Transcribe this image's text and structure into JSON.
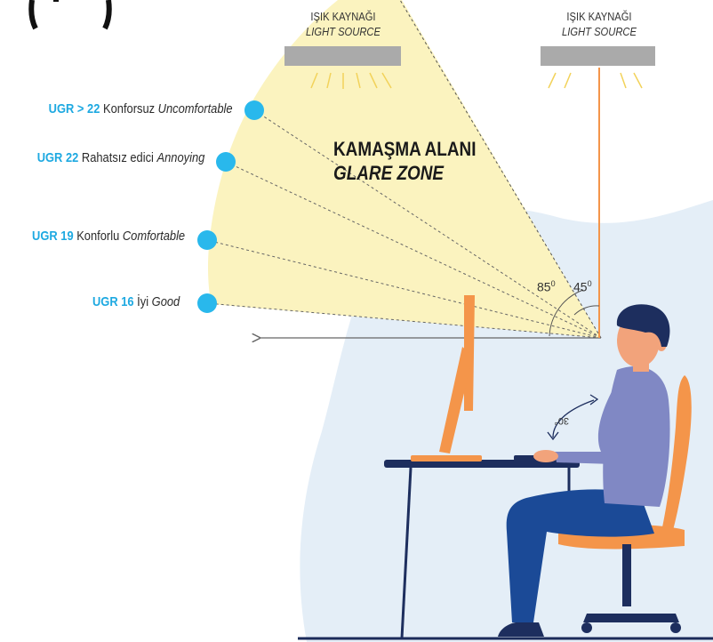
{
  "light_sources": [
    {
      "label_tr": "IŞIK KAYNAĞI",
      "label_en": "LIGHT SOURCE"
    },
    {
      "label_tr": "IŞIK KAYNAĞI",
      "label_en": "LIGHT SOURCE"
    }
  ],
  "glare_zone": {
    "title_tr": "KAMAŞMA ALANI",
    "title_en": "GLARE ZONE"
  },
  "ugr_levels": [
    {
      "code": "UGR > 22",
      "label_tr": "Konforsuz",
      "label_en": "Uncomfortable"
    },
    {
      "code": "UGR 22",
      "label_tr": "Rahatsız edici",
      "label_en": "Annoying"
    },
    {
      "code": "UGR 19",
      "label_tr": "Konforlu",
      "label_en": "Comfortable"
    },
    {
      "code": "UGR 16",
      "label_tr": "İyi",
      "label_en": "Good"
    }
  ],
  "angles": {
    "glare_angle": "85",
    "vertical_angle": "45",
    "degree_mark": "0",
    "eye_angle": "30°"
  },
  "colors": {
    "accent": "#1ea9e1",
    "glare_fill": "#fbf3bf",
    "orange": "#f4954a",
    "shirt": "#8088c4",
    "pants": "#1b4a97",
    "background_blob": "#e4eef7"
  }
}
